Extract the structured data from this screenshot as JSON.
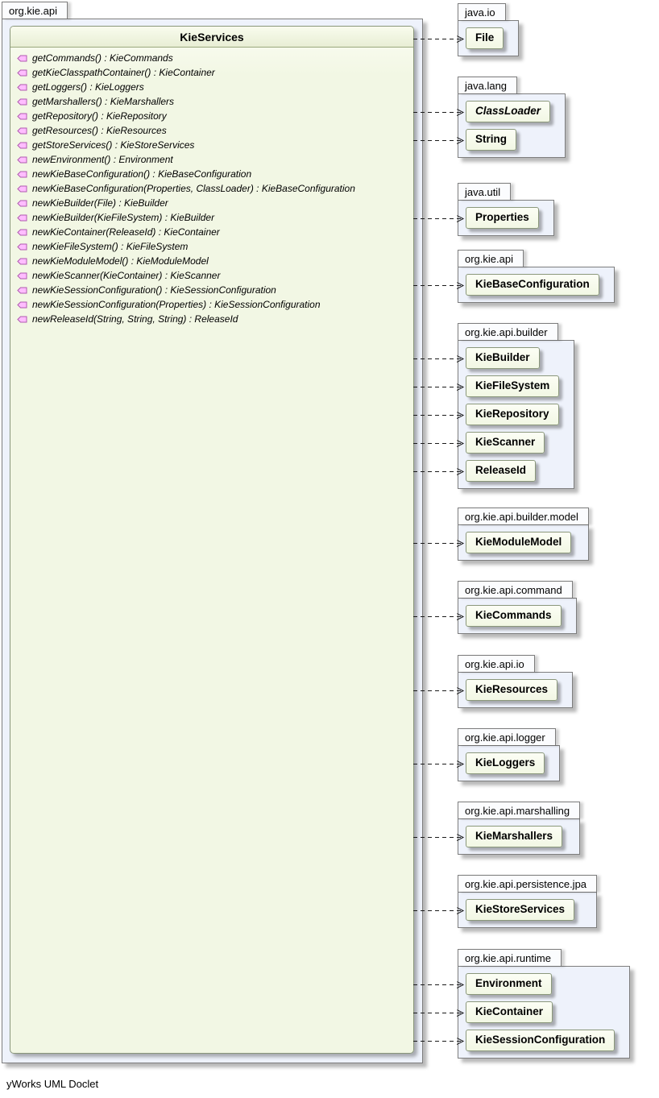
{
  "footer": {
    "label": "yWorks UML Doclet"
  },
  "left_package": {
    "name": "org.kie.api",
    "class": {
      "name": "KieServices",
      "methods": [
        "getCommands() : KieCommands",
        "getKieClasspathContainer() : KieContainer",
        "getLoggers() : KieLoggers",
        "getMarshallers() : KieMarshallers",
        "getRepository() : KieRepository",
        "getResources() : KieResources",
        "getStoreServices() : KieStoreServices",
        "newEnvironment() : Environment",
        "newKieBaseConfiguration() : KieBaseConfiguration",
        "newKieBaseConfiguration(Properties, ClassLoader) : KieBaseConfiguration",
        "newKieBuilder(File) : KieBuilder",
        "newKieBuilder(KieFileSystem) : KieBuilder",
        "newKieContainer(ReleaseId) : KieContainer",
        "newKieFileSystem() : KieFileSystem",
        "newKieModuleModel() : KieModuleModel",
        "newKieScanner(KieContainer) : KieScanner",
        "newKieSessionConfiguration() : KieSessionConfiguration",
        "newKieSessionConfiguration(Properties) : KieSessionConfiguration",
        "newReleaseId(String, String, String) : ReleaseId"
      ]
    }
  },
  "right_packages": [
    {
      "name": "java.io",
      "classes": [
        {
          "label": "File"
        }
      ]
    },
    {
      "name": "java.lang",
      "classes": [
        {
          "label": "ClassLoader",
          "italic": true
        },
        {
          "label": "String"
        }
      ]
    },
    {
      "name": "java.util",
      "classes": [
        {
          "label": "Properties"
        }
      ]
    },
    {
      "name": "org.kie.api",
      "classes": [
        {
          "label": "KieBaseConfiguration"
        }
      ]
    },
    {
      "name": "org.kie.api.builder",
      "classes": [
        {
          "label": "KieBuilder"
        },
        {
          "label": "KieFileSystem"
        },
        {
          "label": "KieRepository"
        },
        {
          "label": "KieScanner"
        },
        {
          "label": "ReleaseId"
        }
      ]
    },
    {
      "name": "org.kie.api.builder.model",
      "classes": [
        {
          "label": "KieModuleModel"
        }
      ]
    },
    {
      "name": "org.kie.api.command",
      "classes": [
        {
          "label": "KieCommands"
        }
      ]
    },
    {
      "name": "org.kie.api.io",
      "classes": [
        {
          "label": "KieResources"
        }
      ]
    },
    {
      "name": "org.kie.api.logger",
      "classes": [
        {
          "label": "KieLoggers"
        }
      ]
    },
    {
      "name": "org.kie.api.marshalling",
      "classes": [
        {
          "label": "KieMarshallers"
        }
      ]
    },
    {
      "name": "org.kie.api.persistence.jpa",
      "classes": [
        {
          "label": "KieStoreServices"
        }
      ]
    },
    {
      "name": "org.kie.api.runtime",
      "classes": [
        {
          "label": "Environment"
        },
        {
          "label": "KieContainer"
        },
        {
          "label": "KieSessionConfiguration"
        }
      ]
    }
  ],
  "colors": {
    "class-fill": "#f2f7e4",
    "class-fill-light": "#fcfef5",
    "class-border": "#8a977b",
    "pkg-bg": "#eef2fb",
    "pkg-tab-bg": "#fbfcfe",
    "pkg-border": "#7d7d7d",
    "method-icon-fill": "#ffbdff",
    "method-icon-stroke": "#b05ab0",
    "arrow": "#1a1a1a"
  }
}
